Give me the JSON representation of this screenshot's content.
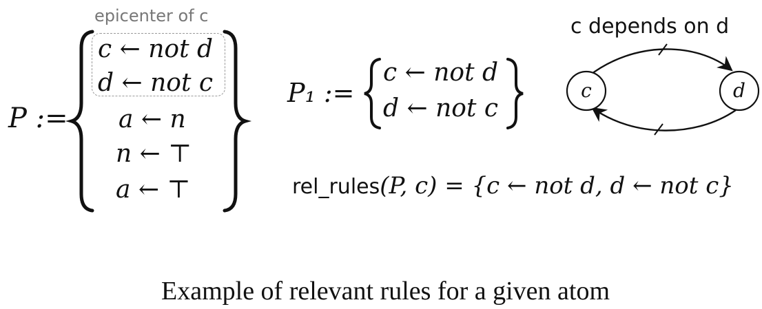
{
  "program": {
    "name": "P :=",
    "epicenter_label": "epicenter of c",
    "rules": [
      "c ← not d",
      "d ← not c",
      "a ← n",
      "n ← ⊤",
      "a ← ⊤"
    ]
  },
  "subprogram": {
    "name": "P₁ :=",
    "rules": [
      "c ← not d",
      "d ← not c"
    ]
  },
  "relevant_rules": {
    "function_name": "rel_rules",
    "arguments": "(P, c)",
    "result": " = {c ← not d, d ← not c}"
  },
  "dependency_graph": {
    "label": "c depends on d",
    "nodes": [
      {
        "id": "c",
        "label": "c"
      },
      {
        "id": "d",
        "label": "d"
      }
    ],
    "edges": [
      {
        "from": "c",
        "to": "d",
        "negated": true
      },
      {
        "from": "d",
        "to": "c",
        "negated": true
      }
    ]
  },
  "caption": "Example of relevant rules for a given atom"
}
